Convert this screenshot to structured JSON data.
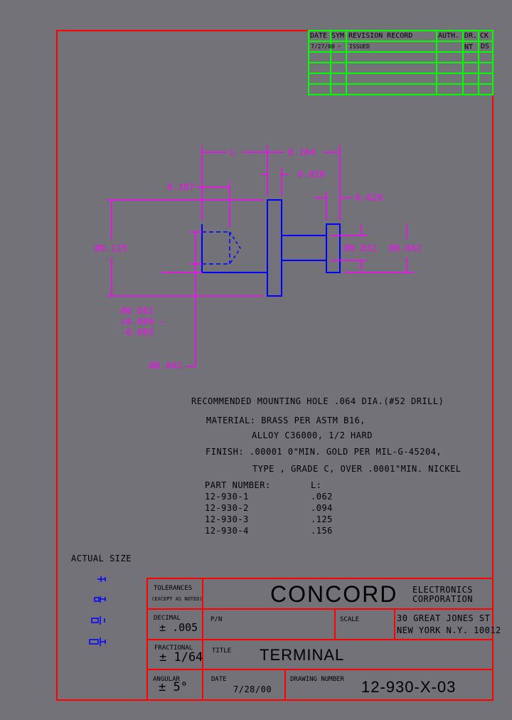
{
  "colors": {
    "background": "#737279",
    "border": "#ff0000",
    "table": "#00ff00",
    "part": "#0000ff",
    "dimension": "#ff00ff",
    "text": "#000000"
  },
  "revision": {
    "headers": [
      "DATE",
      "SYM",
      "REVISION RECORD",
      "AUTH.",
      "DR.",
      "CK"
    ],
    "rows": [
      {
        "date": "7/27/00",
        "sym": "-",
        "record": "ISSUED",
        "auth": "",
        "dr": "NT",
        "ck": "DS"
      },
      {
        "date": "",
        "sym": "",
        "record": "",
        "auth": "",
        "dr": "",
        "ck": ""
      },
      {
        "date": "",
        "sym": "",
        "record": "",
        "auth": "",
        "dr": "",
        "ck": ""
      },
      {
        "date": "",
        "sym": "",
        "record": "",
        "auth": "",
        "dr": "",
        "ck": ""
      },
      {
        "date": "",
        "sym": "",
        "record": "",
        "auth": "",
        "dr": "",
        "ck": ""
      }
    ]
  },
  "dimensions": {
    "L": "L",
    "d104": "0.104",
    "d020a": "0.020",
    "d020b": "0.020",
    "d107": "0.107",
    "dia125": "Ø0.125",
    "dia031": "Ø0.031",
    "dia062": "Ø0.062",
    "tap1": "Ø0.062",
    "tap2": "+0.000 —",
    "tap3": "-0.005",
    "dia042": "Ø0.042"
  },
  "notes": {
    "mounting": "RECOMMENDED MOUNTING HOLE .064 DIA.(#52 DRILL)",
    "material1": "MATERIAL: BRASS PER ASTM B16,",
    "material2": "ALLOY C36000, 1/2 HARD",
    "finish1": "FINISH: .00001 0\"MIN. GOLD PER MIL-G-45204,",
    "finish2": "TYPE  , GRADE C, OVER .0001\"MIN. NICKEL"
  },
  "parts": {
    "header_part": "PART NUMBER:",
    "header_l": "L:",
    "rows": [
      {
        "part": "12-930-1",
        "l": ".062"
      },
      {
        "part": "12-930-2",
        "l": ".094"
      },
      {
        "part": "12-930-3",
        "l": ".125"
      },
      {
        "part": "12-930-4",
        "l": ".156"
      }
    ]
  },
  "actual_size_label": "ACTUAL SIZE",
  "title_block": {
    "tolerances": "TOLERANCES",
    "except": "(EXCEPT AS NOTED)",
    "company": "CONCORD",
    "company_sub1": "ELECTRONICS",
    "company_sub2": "CORPORATION",
    "decimal_label": "DECIMAL",
    "decimal_value": "± .005",
    "pn_label": "P/N",
    "scale_label": "SCALE",
    "address1": "30 GREAT JONES ST",
    "address2": "NEW YORK N.Y. 10012",
    "fractional_label": "FRACTIONAL",
    "fractional_value": "± 1/64",
    "title_label": "TITLE",
    "title_value": "TERMINAL",
    "angular_label": "ANGULAR",
    "angular_value": "± 5°",
    "date_label": "DATE",
    "date_value": "7/28/00",
    "drawing_number_label": "DRAWING NUMBER",
    "drawing_number": "12-930-X-03"
  }
}
